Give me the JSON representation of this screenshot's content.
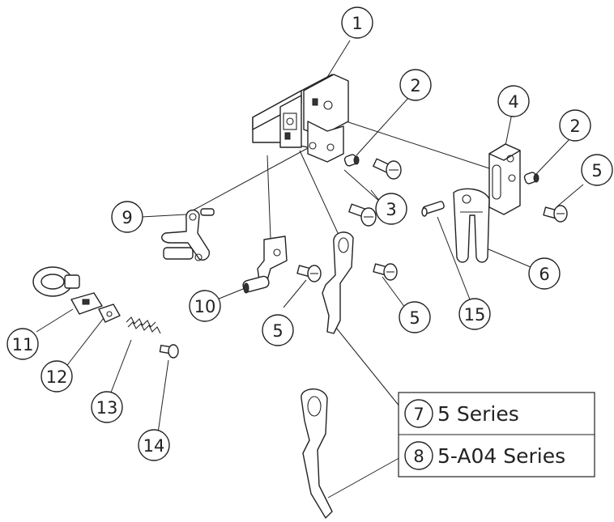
{
  "callouts": [
    "1",
    "2",
    "2",
    "3",
    "4",
    "5",
    "5",
    "5",
    "5",
    "6",
    "9",
    "10",
    "11",
    "12",
    "13",
    "14",
    "15"
  ],
  "legend": [
    {
      "number": "7",
      "label": "5 Series"
    },
    {
      "number": "8",
      "label": "5-A04 Series"
    }
  ]
}
